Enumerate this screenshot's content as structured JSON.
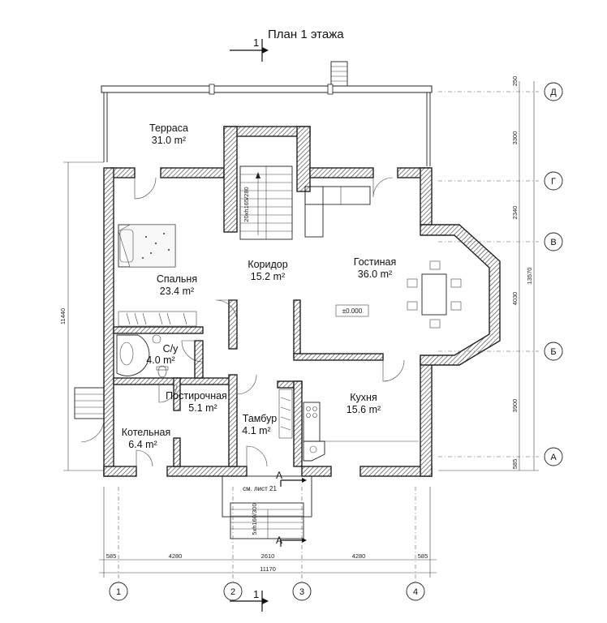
{
  "title": "План 1 этажа",
  "rooms": [
    {
      "name": "Терраса",
      "area": "31.0 m²"
    },
    {
      "name": "Спальня",
      "area": "23.4 m²"
    },
    {
      "name": "Коридор",
      "area": "15.2 m²"
    },
    {
      "name": "Гостиная",
      "area": "36.0 m²"
    },
    {
      "name": "С/у",
      "area": "4.0 m²"
    },
    {
      "name": "Постирочная",
      "area": "5.1 m²"
    },
    {
      "name": "Кухня",
      "area": "15.6 m²"
    },
    {
      "name": "Тамбур",
      "area": "4.1 m²"
    },
    {
      "name": "Котельная",
      "area": "6.4 m²"
    }
  ],
  "level_mark": "±0.000",
  "stair_main": "20xh165/280",
  "stair_entry": "5xh160/300",
  "section_refs": {
    "cut1": "1",
    "cutA": "A",
    "sheet_ref": "см. лист 21"
  },
  "dims_bottom": [
    "585",
    "4280",
    "2610",
    "4280",
    "585"
  ],
  "dim_total_bottom": "11170",
  "dims_right": [
    "250",
    "3300",
    "2340",
    "4030",
    "3900",
    "585"
  ],
  "dim_total_right": "13570",
  "dim_left": "11440",
  "axes_vertical": [
    "1",
    "2",
    "3",
    "4"
  ],
  "axes_horizontal": [
    "Д",
    "Г",
    "В",
    "Б",
    "А"
  ]
}
